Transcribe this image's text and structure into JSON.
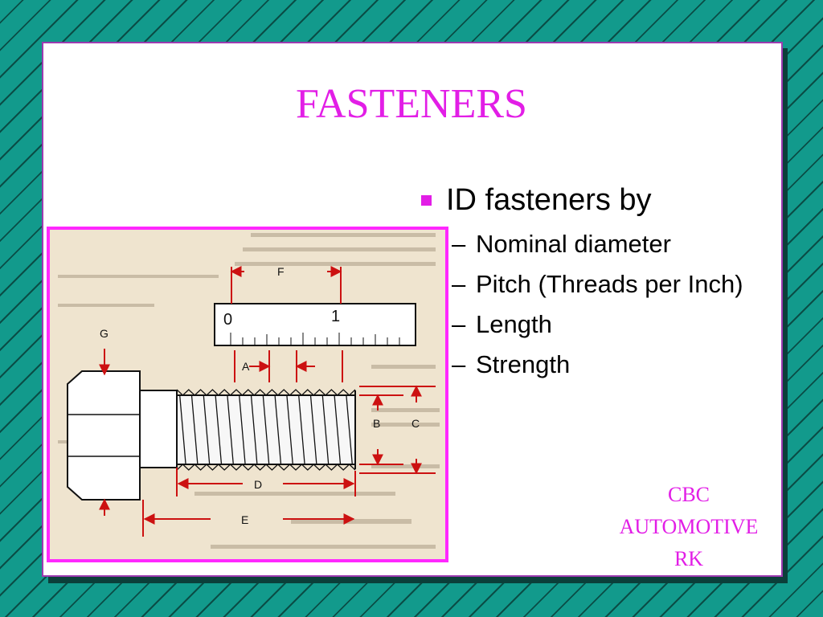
{
  "title": "FASTENERS",
  "bullets": {
    "main": "ID fasteners by",
    "items": [
      "Nominal diameter",
      "Pitch (Threads per Inch)",
      "Length",
      "Strength"
    ],
    "dash": "–"
  },
  "footer": {
    "line1": "CBC",
    "line2": "AUTOMOTIVE",
    "line3": "RK"
  },
  "diagram": {
    "labels": {
      "a": "A",
      "b": "B",
      "c": "C",
      "d": "D",
      "e": "E",
      "f": "F",
      "g": "G"
    },
    "scale_marks": {
      "zero": "0",
      "one": "1"
    }
  },
  "colors": {
    "title": "#e21ee6",
    "frame": "#ff28ff",
    "background": "#129a8c",
    "dimension": "#cc1111"
  }
}
